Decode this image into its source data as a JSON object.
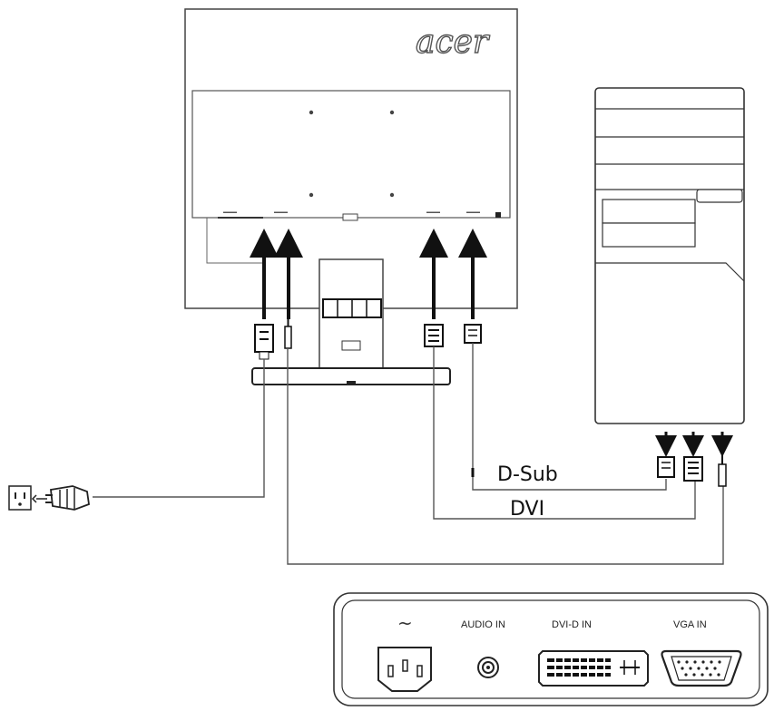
{
  "brand": {
    "logo": "acer"
  },
  "cables": {
    "dsub": "D-Sub",
    "dvi": "DVI"
  },
  "ports_panel": {
    "power_symbol": "~",
    "audio_in": "AUDIO IN",
    "dvi_in": "DVI-D IN",
    "vga_in": "VGA IN"
  },
  "colors": {
    "line": "#3a3a3a",
    "fill": "#ffffff",
    "dark": "#111111"
  }
}
